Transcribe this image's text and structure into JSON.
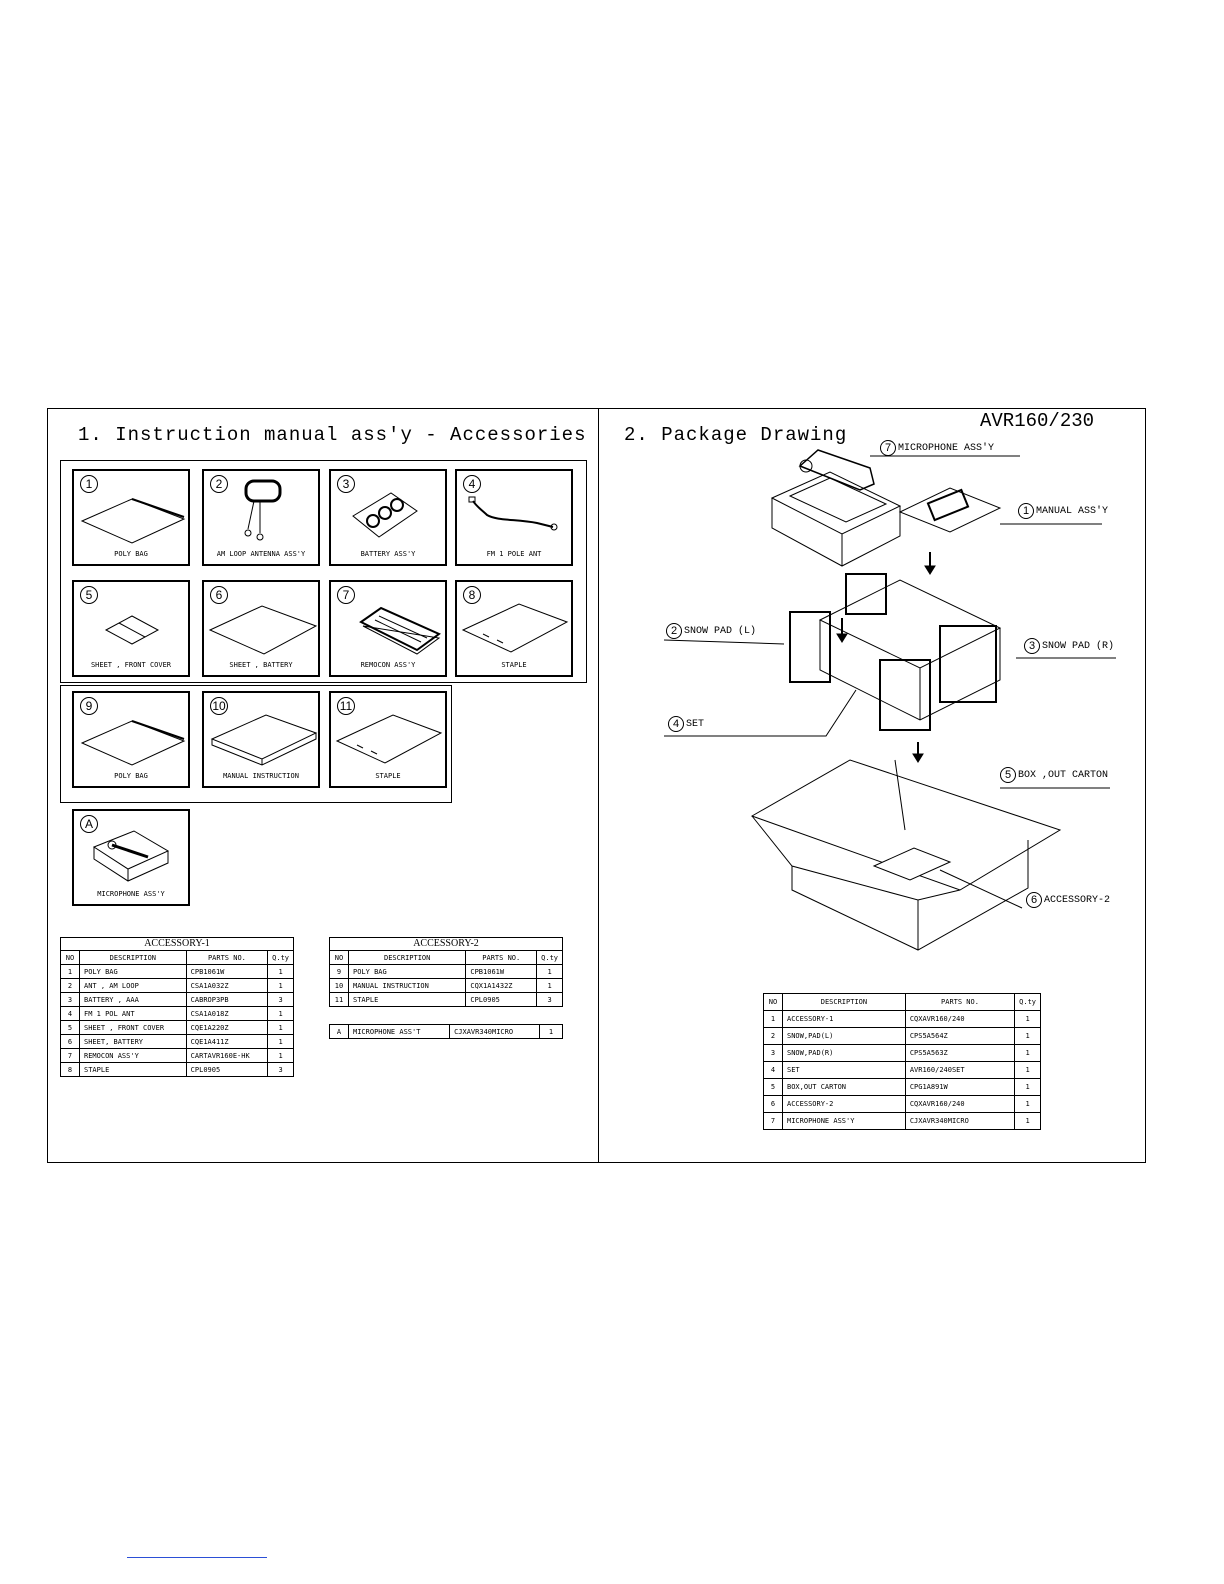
{
  "section1": {
    "title": "1.  Instruction manual ass'y - Accessories"
  },
  "section2": {
    "title": "2.  Package Drawing"
  },
  "model": "AVR160/230",
  "cells": [
    {
      "num": "1",
      "label": "POLY BAG"
    },
    {
      "num": "2",
      "label": "AM LOOP ANTENNA ASS'Y"
    },
    {
      "num": "3",
      "label": "BATTERY  ASS'Y"
    },
    {
      "num": "4",
      "label": "FM 1 POLE ANT"
    },
    {
      "num": "5",
      "label": "SHEET , FRONT COVER"
    },
    {
      "num": "6",
      "label": "SHEET , BATTERY"
    },
    {
      "num": "7",
      "label": "REMOCON ASS'Y"
    },
    {
      "num": "8",
      "label": "STAPLE"
    },
    {
      "num": "9",
      "label": "POLY BAG"
    },
    {
      "num": "10",
      "label": "MANUAL INSTRUCTION"
    },
    {
      "num": "11",
      "label": "STAPLE"
    },
    {
      "num": "A",
      "label": "MICROPHONE ASS'Y"
    }
  ],
  "acc1": {
    "title": "ACCESSORY-1",
    "headers": [
      "NO",
      "DESCRIPTION",
      "PARTS NO.",
      "Q.ty"
    ],
    "rows": [
      [
        "1",
        "POLY BAG",
        "CPB1061W",
        "1"
      ],
      [
        "2",
        "ANT , AM LOOP",
        "CSA1A032Z",
        "1"
      ],
      [
        "3",
        "BATTERY , AAA",
        "CABROP3PB",
        "3"
      ],
      [
        "4",
        "FM 1 POL ANT",
        "CSA1A018Z",
        "1"
      ],
      [
        "5",
        "SHEET , FRONT COVER",
        "CQE1A220Z",
        "1"
      ],
      [
        "6",
        "SHEET, BATTERY",
        "CQE1A411Z",
        "1"
      ],
      [
        "7",
        "REMOCON ASS'Y",
        "CARTAVR160E-HK",
        "1"
      ],
      [
        "8",
        "STAPLE",
        "CPL0905",
        "3"
      ]
    ]
  },
  "acc2": {
    "title": "ACCESSORY-2",
    "headers": [
      "NO",
      "DESCRIPTION",
      "PARTS NO.",
      "Q.ty"
    ],
    "rows": [
      [
        "9",
        "POLY BAG",
        "CPB1061W",
        "1"
      ],
      [
        "10",
        "MANUAL INSTRUCTION",
        "CQX1A1432Z",
        "1"
      ],
      [
        "11",
        "STAPLE",
        "CPL0905",
        "3"
      ]
    ],
    "extra": [
      "A",
      "MICROPHONE ASS'T",
      "CJXAVR340MICRO",
      "1"
    ]
  },
  "pkg": {
    "headers": [
      "NO",
      "DESCRIPTION",
      "PARTS NO.",
      "Q.ty"
    ],
    "rows": [
      [
        "1",
        "ACCESSORY-1",
        "CQXAVR160/240",
        "1"
      ],
      [
        "2",
        "SNOW,PAD(L)",
        "CPS5A564Z",
        "1"
      ],
      [
        "3",
        "SNOW,PAD(R)",
        "CPS5A563Z",
        "1"
      ],
      [
        "4",
        "SET",
        "AVR160/240SET",
        "1"
      ],
      [
        "5",
        "BOX,OUT CARTON",
        "CPG1A891W",
        "1"
      ],
      [
        "6",
        "ACCESSORY-2",
        "CQXAVR160/240",
        "1"
      ],
      [
        "7",
        "MICROPHONE ASS'Y",
        "CJXAVR340MICRO",
        "1"
      ]
    ]
  },
  "callouts": {
    "c7": {
      "num": "7",
      "label": "MICROPHONE ASS'Y"
    },
    "c1": {
      "num": "1",
      "label": "MANUAL ASS'Y"
    },
    "c2": {
      "num": "2",
      "label": "SNOW PAD (L)"
    },
    "c3": {
      "num": "3",
      "label": "SNOW PAD (R)"
    },
    "c4": {
      "num": "4",
      "label": "SET"
    },
    "c5": {
      "num": "5",
      "label": "BOX ,OUT CARTON"
    },
    "c6": {
      "num": "6",
      "label": "ACCESSORY-2"
    }
  }
}
